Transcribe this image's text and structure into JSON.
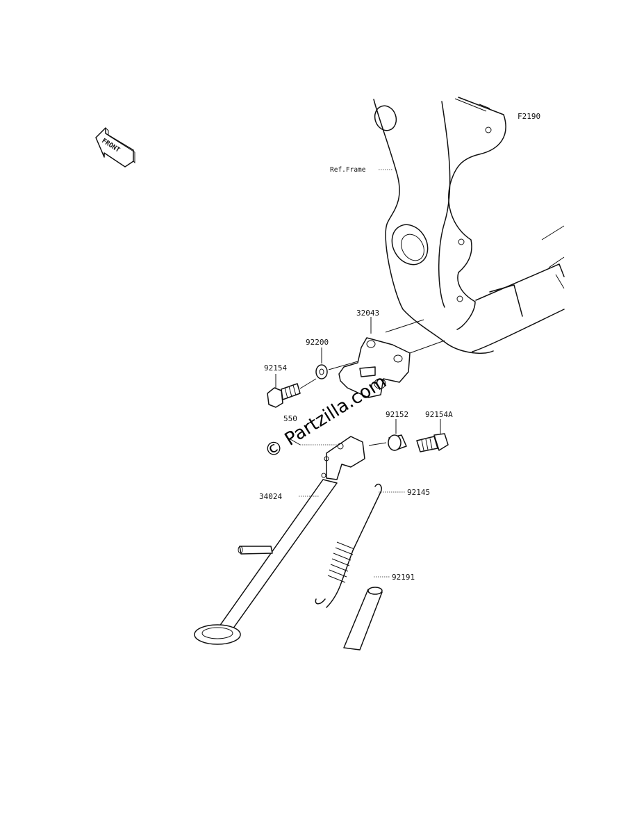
{
  "diagram_code": "F2190",
  "front_label": "FRONT",
  "ref_frame_label": "Ref.Frame",
  "watermark": "© Partzilla.com",
  "parts": [
    {
      "number": "32043"
    },
    {
      "number": "92200"
    },
    {
      "number": "92154"
    },
    {
      "number": "550"
    },
    {
      "number": "92152"
    },
    {
      "number": "92154A"
    },
    {
      "number": "34024"
    },
    {
      "number": "92145"
    },
    {
      "number": "92191"
    }
  ]
}
